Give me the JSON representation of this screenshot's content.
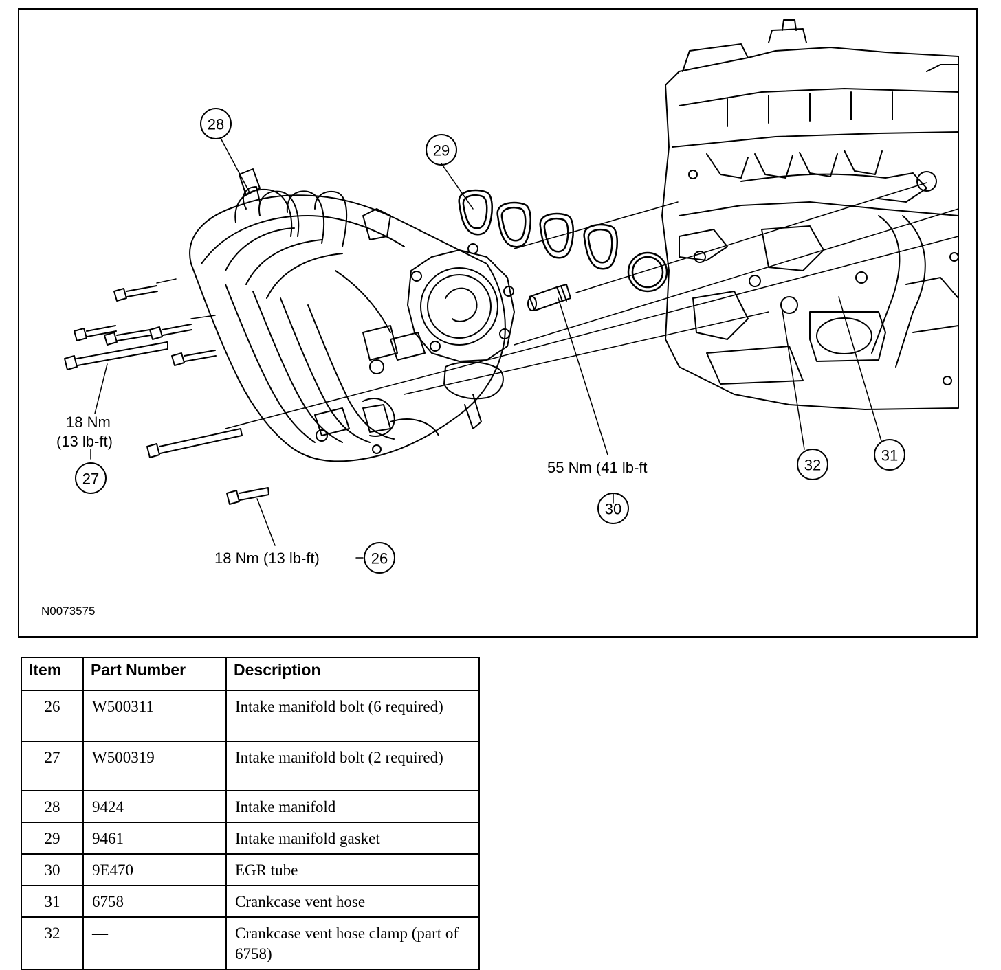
{
  "figure": {
    "id": "N0073575",
    "callouts": [
      {
        "item": "26",
        "torque": "18 Nm (13 lb-ft)"
      },
      {
        "item": "27",
        "torque_line1": "18 Nm",
        "torque_line2": "(13 lb-ft)"
      },
      {
        "item": "28"
      },
      {
        "item": "29"
      },
      {
        "item": "30",
        "torque": "55 Nm (41 lb-ft"
      },
      {
        "item": "31"
      },
      {
        "item": "32"
      }
    ]
  },
  "table": {
    "headers": {
      "item": "Item",
      "part_number": "Part Number",
      "description": "Description"
    },
    "rows": [
      {
        "item": "26",
        "part_number": "W500311",
        "description": "Intake manifold bolt (6 required)"
      },
      {
        "item": "27",
        "part_number": "W500319",
        "description": "Intake manifold bolt (2 required)"
      },
      {
        "item": "28",
        "part_number": "9424",
        "description": "Intake manifold"
      },
      {
        "item": "29",
        "part_number": "9461",
        "description": "Intake manifold gasket"
      },
      {
        "item": "30",
        "part_number": "9E470",
        "description": "EGR tube"
      },
      {
        "item": "31",
        "part_number": "6758",
        "description": "Crankcase vent hose"
      },
      {
        "item": "32",
        "part_number": "—",
        "description": "Crankcase vent hose clamp (part of 6758)"
      }
    ]
  }
}
